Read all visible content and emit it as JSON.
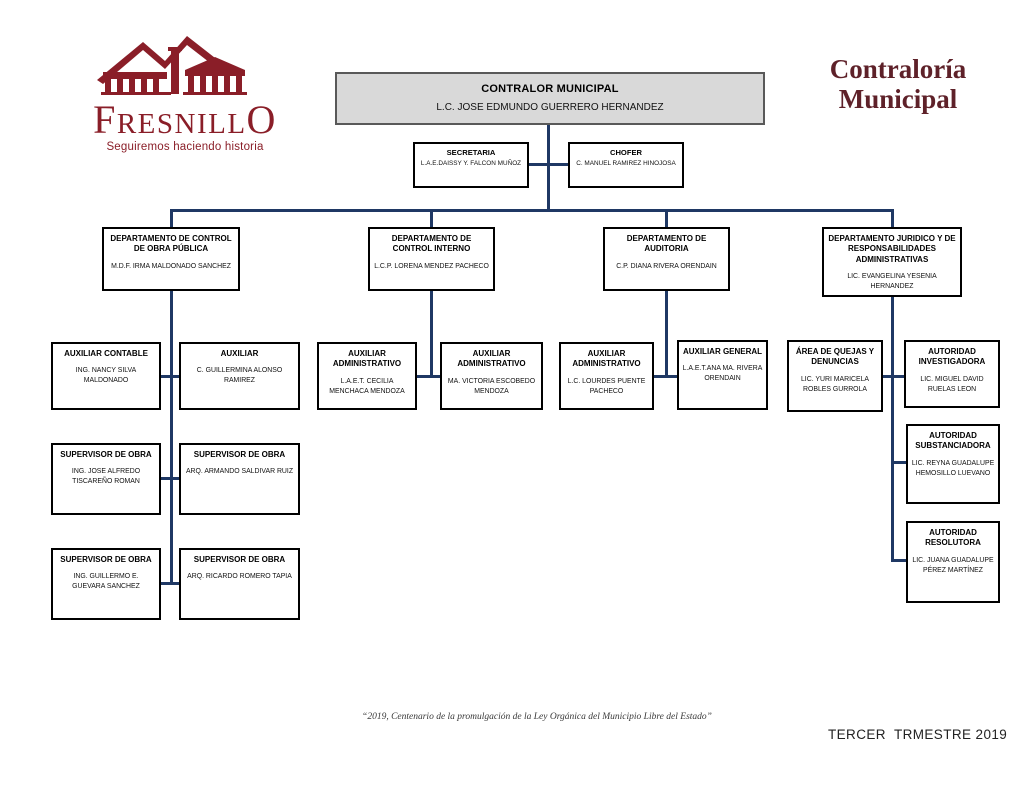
{
  "logo": {
    "name": "FRESNILLO",
    "name_start": "F",
    "name_mid": "RESNILL",
    "name_end": "O",
    "tagline": "Seguiremos haciendo historia"
  },
  "brand": {
    "line1": "Contraloría",
    "line2": "Municipal"
  },
  "colors": {
    "logo_maroon": "#8a1e28",
    "brand_maroon": "#5e2129",
    "connector_navy": "#1f3864",
    "contralor_fill": "#d9d9d9",
    "box_border": "#000000"
  },
  "footer": {
    "quote": "“2019, Centenario de la promulgación de la Ley Orgánica del Municipio Libre del Estado”",
    "period": "TERCER  TRMESTRE 2019"
  },
  "org": {
    "contralor": {
      "title": "CONTRALOR MUNICIPAL",
      "name": "L.C. JOSE EDMUNDO GUERRERO HERNANDEZ"
    },
    "secretaria": {
      "title": "SECRETARIA",
      "name": "L.A.E.DAISSY Y. FALCON MUÑOZ"
    },
    "chofer": {
      "title": "CHOFER",
      "name": "C. MANUEL RAMIREZ HINOJOSA"
    },
    "dept_obra": {
      "title": "DEPARTAMENTO DE CONTROL DE OBRA PÚBLICA",
      "name": "M.D.F. IRMA MALDONADO SANCHEZ"
    },
    "dept_interno": {
      "title": "DEPARTAMENTO DE CONTROL INTERNO",
      "name": "L.C.P. LORENA MENDEZ PACHECO"
    },
    "dept_auditoria": {
      "title": "DEPARTAMENTO DE AUDITORIA",
      "name": "C.P. DIANA RIVERA ORENDAIN"
    },
    "dept_juridico": {
      "title": "DEPARTAMENTO JURIDICO Y DE RESPONSABILIDADES ADMINISTRATIVAS",
      "name": "LIC. EVANGELINA YESENIA HERNANDEZ"
    },
    "aux_contable": {
      "title": "AUXILIAR CONTABLE",
      "name": "ING. NANCY SILVA MALDONADO"
    },
    "auxiliar": {
      "title": "AUXILIAR",
      "name": "C. GUILLERMINA ALONSO RAMIREZ"
    },
    "aux_admin_int1": {
      "title": "AUXILIAR ADMINISTRATIVO",
      "name": "L.A.E.T. CECILIA MENCHACA MENDOZA"
    },
    "aux_admin_int2": {
      "title": "AUXILIAR ADMINISTRATIVO",
      "name": "MA. VICTORIA ESCOBEDO MENDOZA"
    },
    "aux_admin_aud": {
      "title": "AUXILIAR ADMINISTRATIVO",
      "name": "L.C. LOURDES PUENTE PACHECO"
    },
    "aux_general": {
      "title": "AUXILIAR GENERAL",
      "name": "L.A.E.T.ANA MA. RIVERA ORENDAIN"
    },
    "quejas": {
      "title": "ÁREA DE QUEJAS Y DENUNCIAS",
      "name": "LIC. YURI MARICELA ROBLES GURROLA"
    },
    "investigadora": {
      "title": "AUTORIDAD INVESTIGADORA",
      "name": "LIC. MIGUEL DAVID RUELAS LEON"
    },
    "substanciadora": {
      "title": "AUTORIDAD SUBSTANCIADORA",
      "name": "LIC. REYNA GUADALUPE HEMOSILLO LUEVANO"
    },
    "resolutora": {
      "title": "AUTORIDAD RESOLUTORA",
      "name": "LIC. JUANA GUADALUPE PÉREZ MARTÍNEZ"
    },
    "sup_obra1": {
      "title": "SUPERVISOR DE OBRA",
      "name": "ING. JOSE ALFREDO TISCAREÑO ROMAN"
    },
    "sup_obra2": {
      "title": "SUPERVISOR DE OBRA",
      "name": "ARQ. ARMANDO SALDIVAR RUIZ"
    },
    "sup_obra3": {
      "title": "SUPERVISOR DE OBRA",
      "name": "ING. GUILLERMO E. GUEVARA SANCHEZ"
    },
    "sup_obra4": {
      "title": "SUPERVISOR DE OBRA",
      "name": "ARQ. RICARDO ROMERO TAPIA"
    }
  }
}
